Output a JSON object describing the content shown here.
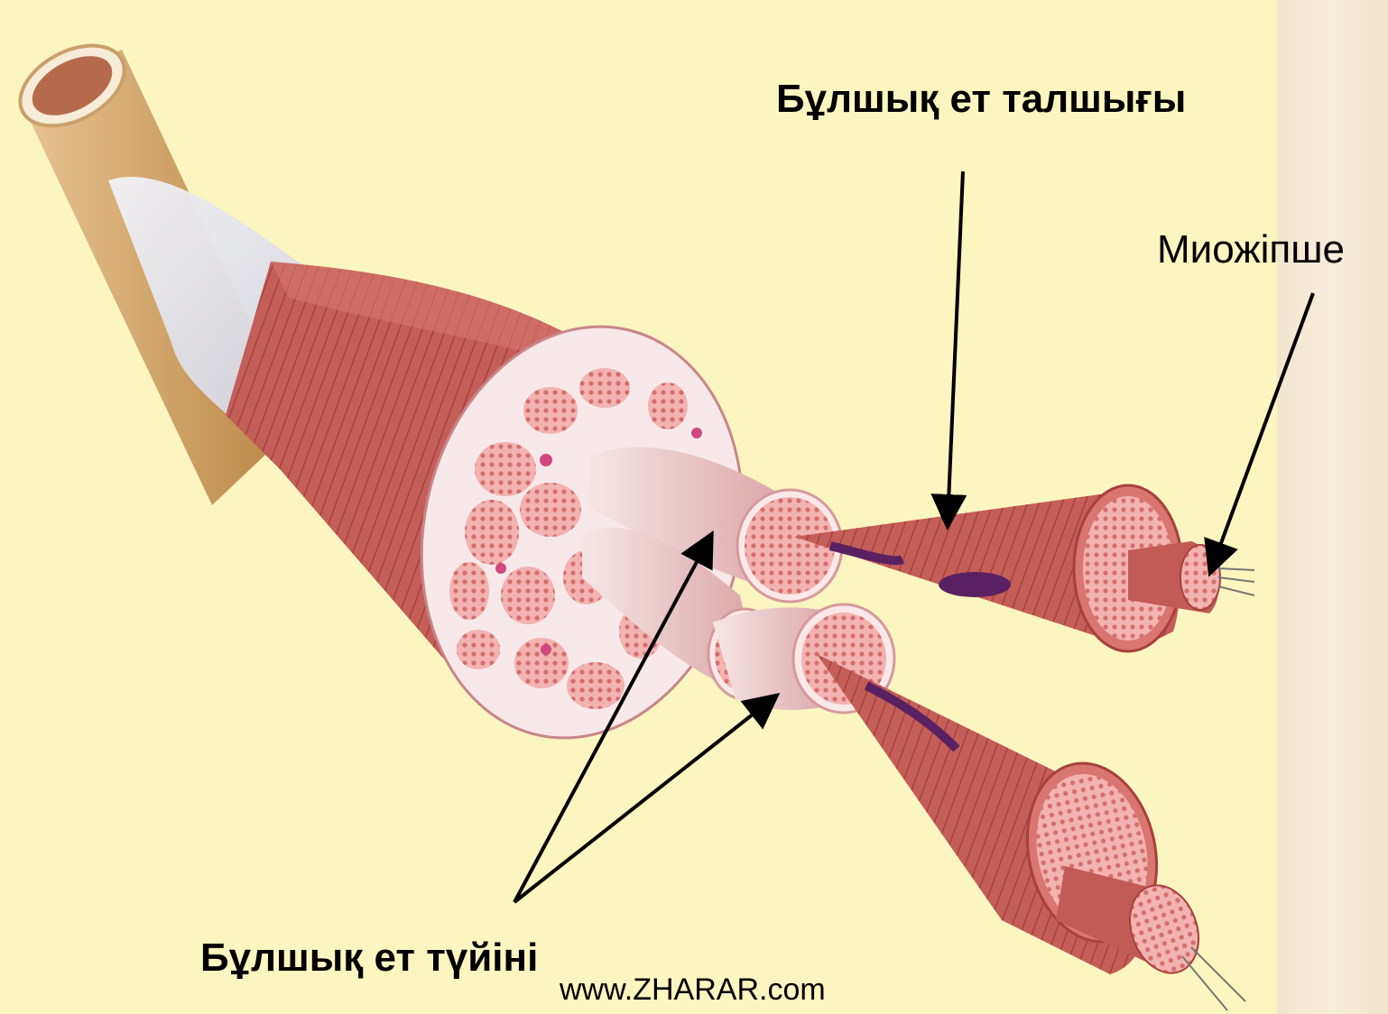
{
  "labels": {
    "muscle_fiber": "Бұлшық ет талшығы",
    "myofibril": "Миожіпше",
    "muscle_bundle": "Бұлшық ет түйіні",
    "watermark": "www.ZHARAR.com"
  },
  "colors": {
    "background": "#fbf5bf",
    "muscle": "#c25a55",
    "tendon": "#d8dbe6",
    "bone": "#d9b07a",
    "arrow": "#000000"
  }
}
